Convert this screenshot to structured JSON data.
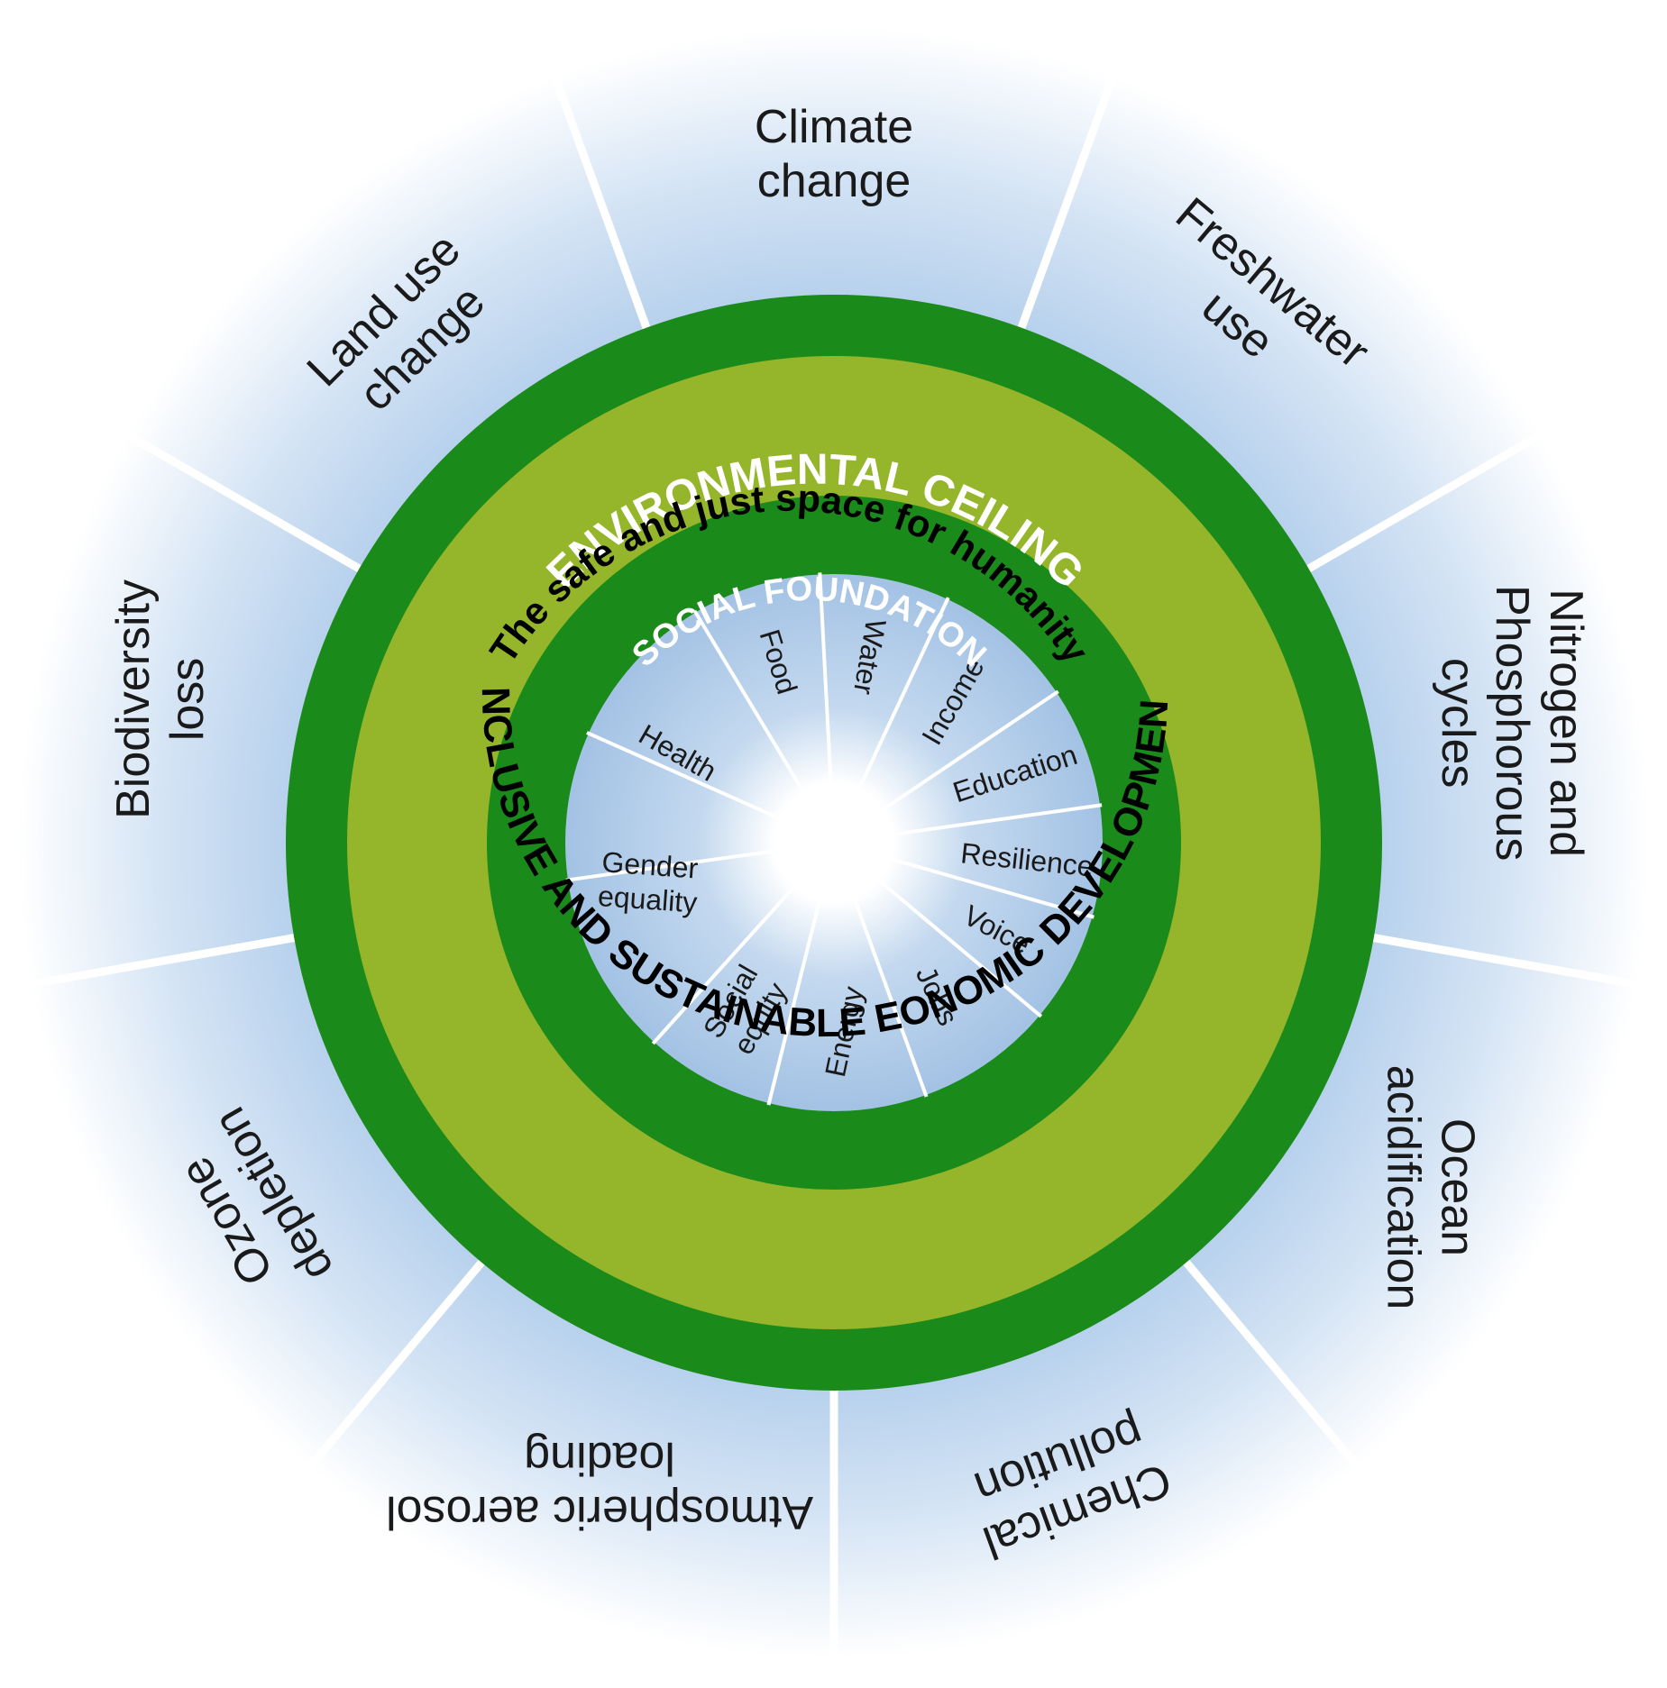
{
  "colors": {
    "outer_sky_center": "#a9c8e8",
    "outer_sky_edge": "#ffffff",
    "dark_green": "#1a8a1a",
    "light_green": "#95b52a",
    "separator": "#ffffff",
    "title_on_dark": "#ffffff",
    "title_on_light": "#000000"
  },
  "environmental_ceiling": "ENVIRONMENTAL CEILING",
  "safe_space": "The safe and just space for humanity",
  "social_foundation": "SOCIAL FOUNDATION",
  "inclusive_development": "INCLUSIVE AND SUSTAINABLE EONOMIC DEVELOPMENT",
  "planetary_boundaries": [
    {
      "id": "climate-change",
      "lines": [
        "Climate",
        "change"
      ]
    },
    {
      "id": "freshwater-use",
      "lines": [
        "Freshwater",
        "use"
      ]
    },
    {
      "id": "nitrogen-phosphorous",
      "lines": [
        "Nitrogen and",
        "Phosphorous",
        "cycles"
      ]
    },
    {
      "id": "ocean-acidification",
      "lines": [
        "Ocean",
        "acidification"
      ]
    },
    {
      "id": "chemical-pollution",
      "lines": [
        "Chemical",
        "pollution"
      ]
    },
    {
      "id": "atmospheric-aerosol",
      "lines": [
        "Atmospheric aerosol",
        "loading"
      ]
    },
    {
      "id": "ozone-depletion",
      "lines": [
        "Ozone",
        "depletion"
      ]
    },
    {
      "id": "biodiversity-loss",
      "lines": [
        "Biodiversity",
        "loss"
      ]
    },
    {
      "id": "land-use-change",
      "lines": [
        "Land use",
        "change"
      ]
    }
  ],
  "social_needs": [
    {
      "id": "food",
      "lines": [
        "Food"
      ]
    },
    {
      "id": "water",
      "lines": [
        "Water"
      ]
    },
    {
      "id": "income",
      "lines": [
        "Income"
      ]
    },
    {
      "id": "education",
      "lines": [
        "Education"
      ]
    },
    {
      "id": "resilience",
      "lines": [
        "Resilience"
      ]
    },
    {
      "id": "voice",
      "lines": [
        "Voice"
      ]
    },
    {
      "id": "jobs",
      "lines": [
        "Jobs"
      ]
    },
    {
      "id": "energy",
      "lines": [
        "Energy"
      ]
    },
    {
      "id": "social-equity",
      "lines": [
        "Social",
        "equity"
      ]
    },
    {
      "id": "gender-equality",
      "lines": [
        "Gender",
        "equality"
      ]
    },
    {
      "id": "health",
      "lines": [
        "Health"
      ]
    }
  ]
}
